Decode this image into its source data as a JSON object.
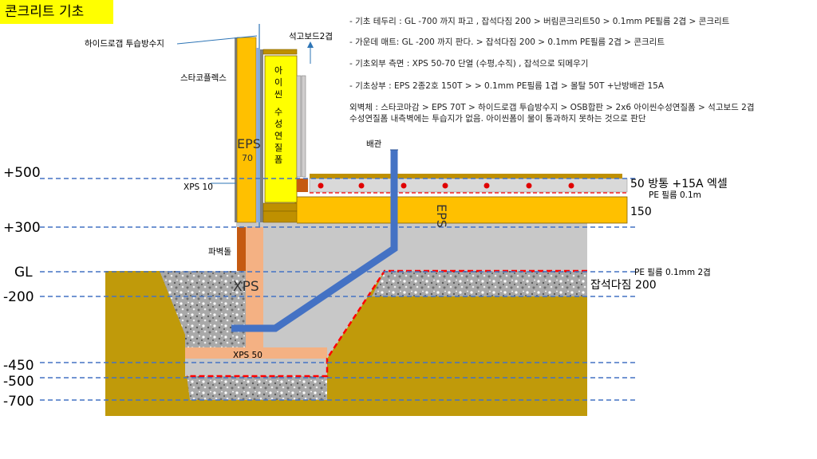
{
  "title": "콘크리트 기초",
  "notes": [
    "- 기초 테두리 : GL -700 까지 파고 , 잡석다짐 200 > 버림콘크리트50 > 0.1mm PE필름 2겹 > 콘크리트",
    "- 가운데 매트: GL -200 까지 판다. > 잡석다짐 200 > 0.1mm PE필름 2겹 > 콘크리트",
    "- 기초외부 측면 : XPS 50-70 단열 (수평,수직) , 잡석으로 되메우기",
    "- 기초상부 : EPS 2종2호 150T > > 0.1mm PE필름 1겹 > 몰탈 50T +난방배관 15A",
    "외벽체 : 스타코마감 > EPS 70T > 하이드로갭 투습방수지 > OSB합판 > 2x6 아이씬수성연질폼 > 석고보드 2겹",
    "수성연질폼 내측벽에는 투습지가 없음. 아이씬폼이 물이 통과하지 못하는 것으로 판단"
  ],
  "levels": {
    "plus500": "+500",
    "plus300": "+300",
    "gl": "GL",
    "minus200": "-200",
    "minus450": "-450",
    "minus500": "-500",
    "minus700": "-700"
  },
  "labels": {
    "hydrogap": "하이드로갭 투습방수지",
    "stuccoflex": "스타코플렉스",
    "gypsum": "석고보드2겹",
    "xps10": "XPS 10",
    "eps_wall": "EPS",
    "eps_wall_num": "70",
    "icynene": [
      "아",
      "이",
      "씬"
    ],
    "softfoam": [
      "수",
      "성",
      "연",
      "질",
      "폼"
    ],
    "pipe": "배관",
    "heating": "50 방통 +15A 엑셀",
    "pe_film": "PE 필름 0.1m",
    "slab_eps": "EPS",
    "slab_thk": "150",
    "pabyeokdol": "파벽돌",
    "xps_big": "XPS",
    "pe_film2": "PE 필름 0.1mm 2겹",
    "gravel": "잡석다짐 200",
    "xps50": "XPS 50"
  },
  "colors": {
    "soil": "#c09a0a",
    "concrete": "#c8c8c8",
    "eps": "#ffc000",
    "icynene": "#ffff00",
    "xps": "#f4b183",
    "brick": "#c55a11",
    "pipe": "#4472c4",
    "dashed_level": "#4472c4",
    "pe_red": "#ff0000"
  }
}
